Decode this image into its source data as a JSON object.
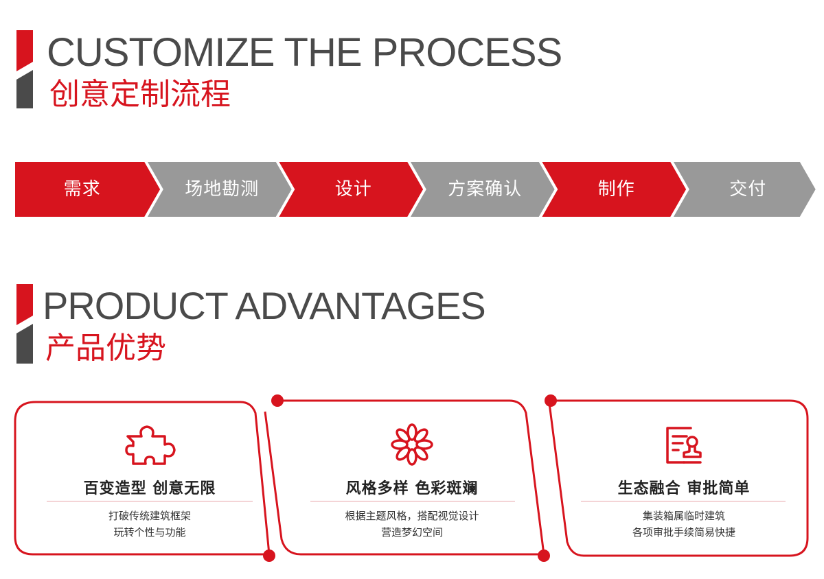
{
  "colors": {
    "accent": "#d7141e",
    "gray": "#999999",
    "dark": "#4a4a4a"
  },
  "process_section": {
    "title_en": "CUSTOMIZE THE PROCESS",
    "title_zh": "创意定制流程",
    "steps": [
      {
        "label": "需求",
        "style": "red"
      },
      {
        "label": "场地勘测",
        "style": "gray"
      },
      {
        "label": "设计",
        "style": "red"
      },
      {
        "label": "方案确认",
        "style": "gray"
      },
      {
        "label": "制作",
        "style": "red"
      },
      {
        "label": "交付",
        "style": "gray"
      }
    ]
  },
  "advantages_section": {
    "title_en": "PRODUCT ADVANTAGES",
    "title_zh": "产品优势",
    "cards": [
      {
        "icon": "puzzle-icon",
        "title": "百变造型 创意无限",
        "desc": [
          "打破传统建筑框架",
          "玩转个性与功能"
        ]
      },
      {
        "icon": "asterisk-flower-icon",
        "title": "风格多样 色彩斑斓",
        "desc": [
          "根据主题风格，搭配视觉设计",
          "营造梦幻空间"
        ]
      },
      {
        "icon": "approval-document-icon",
        "title": "生态融合 审批简单",
        "desc": [
          "集装箱属临时建筑",
          "各项审批手续简易快捷"
        ]
      }
    ]
  }
}
